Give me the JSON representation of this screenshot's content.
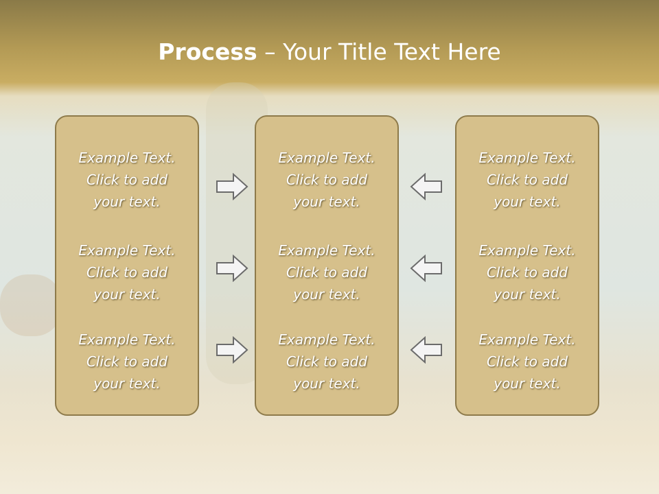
{
  "slide": {
    "title_strong": "Process",
    "title_rest": " – Your Title Text Here"
  },
  "columns": [
    {
      "cells": [
        {
          "l1": "Example Text.",
          "l2": "Click  to add",
          "l3": "your text."
        },
        {
          "l1": "Example Text.",
          "l2": "Click  to add",
          "l3": "your text."
        },
        {
          "l1": "Example Text.",
          "l2": "Click  to add",
          "l3": "your text."
        }
      ]
    },
    {
      "cells": [
        {
          "l1": "Example Text.",
          "l2": "Click  to add",
          "l3": "your text."
        },
        {
          "l1": "Example Text.",
          "l2": "Click  to add",
          "l3": "your text."
        },
        {
          "l1": "Example Text.",
          "l2": "Click  to add",
          "l3": "your text."
        }
      ]
    },
    {
      "cells": [
        {
          "l1": "Example Text.",
          "l2": "Click  to add",
          "l3": "your text."
        },
        {
          "l1": "Example Text.",
          "l2": "Click  to add",
          "l3": "your text."
        },
        {
          "l1": "Example Text.",
          "l2": "Click  to add",
          "l3": "your text."
        }
      ]
    }
  ],
  "icons": {
    "right_arrows": [
      "arrow-right-icon",
      "arrow-right-icon",
      "arrow-right-icon"
    ],
    "left_arrows": [
      "arrow-left-icon",
      "arrow-left-icon",
      "arrow-left-icon"
    ]
  },
  "colors": {
    "panel_fill": "#d6c08b",
    "panel_border": "#8d7a4a",
    "header_band": "#b39a55",
    "arrow_fill": "#f4f4f4",
    "arrow_stroke": "#6b6b6b"
  }
}
